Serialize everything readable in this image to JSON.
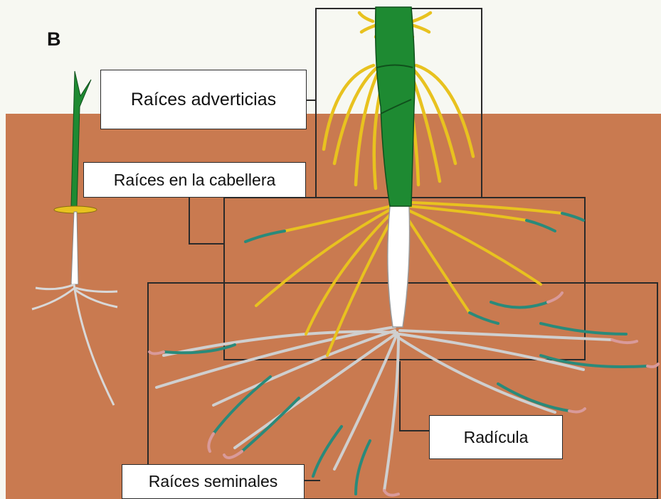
{
  "panel_letter": "B",
  "labels": {
    "adventitious_roots": "Raíces adverticias",
    "root_hairs": "Raíces en la cabellera",
    "radicle": "Radícula",
    "seminal_roots": "Raíces seminales"
  },
  "colors": {
    "background": "#f7f8f2",
    "soil": "#c97a50",
    "stem": "#1e8a32",
    "adventitious_root": "#e8c21f",
    "hair_root": "#2a8a7a",
    "seminal_root": "#cfcfcf",
    "root_tip": "#d99a9a",
    "radicle": "#ffffff",
    "outline": "#2a2a2a"
  }
}
